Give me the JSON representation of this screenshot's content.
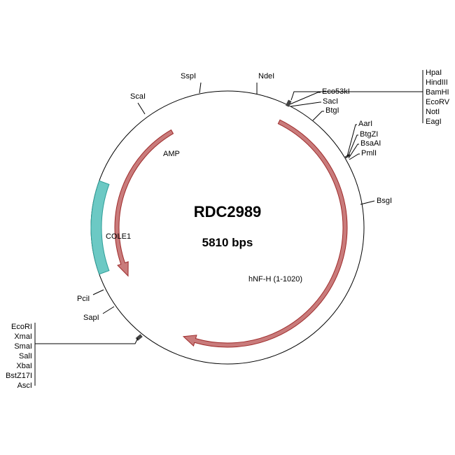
{
  "plasmid": {
    "name": "RDC2989",
    "size_label": "5810 bps",
    "total_bp": 5810
  },
  "colors": {
    "backbone": "#000000",
    "red_feature_fill": "#c97b7b",
    "red_feature_stroke": "#9e2a2a",
    "teal_feature_fill": "#6cc9c4",
    "teal_feature_stroke": "#2f9e98"
  },
  "features": [
    {
      "name": "AMP",
      "kind": "arrow",
      "color": "red",
      "start_deg": 330,
      "end_deg": 244,
      "direction": "ccw"
    },
    {
      "name": "hNF-H (1-1020)",
      "kind": "arrow",
      "color": "red",
      "start_deg": 26,
      "end_deg": 202,
      "direction": "cw"
    },
    {
      "name": "COLE1",
      "kind": "box",
      "color": "teal",
      "start_deg": 250,
      "end_deg": 290
    }
  ],
  "sites": {
    "top": [
      {
        "label": "SspI"
      },
      {
        "label": "NdeI"
      },
      {
        "label": "ScaI"
      }
    ],
    "right_close": [
      {
        "label": "Eco53kI"
      },
      {
        "label": "SacI"
      },
      {
        "label": "BtgI"
      }
    ],
    "right_mid": [
      {
        "label": "AarI"
      },
      {
        "label": "BtgZI"
      },
      {
        "label": "BsaAI"
      },
      {
        "label": "PmlI"
      }
    ],
    "right_far": [
      {
        "label": "BsgI"
      }
    ],
    "top_right_group": [
      "HpaI",
      "HindIII",
      "BamHI",
      "EcoRV",
      "NotI",
      "EagI"
    ],
    "left_lower": [
      {
        "label": "PciI"
      },
      {
        "label": "SapI"
      }
    ],
    "bottom_left_group": [
      "EcoRI",
      "XmaI",
      "SmaI",
      "SalI",
      "XbaI",
      "BstZ17I",
      "AscI"
    ]
  }
}
